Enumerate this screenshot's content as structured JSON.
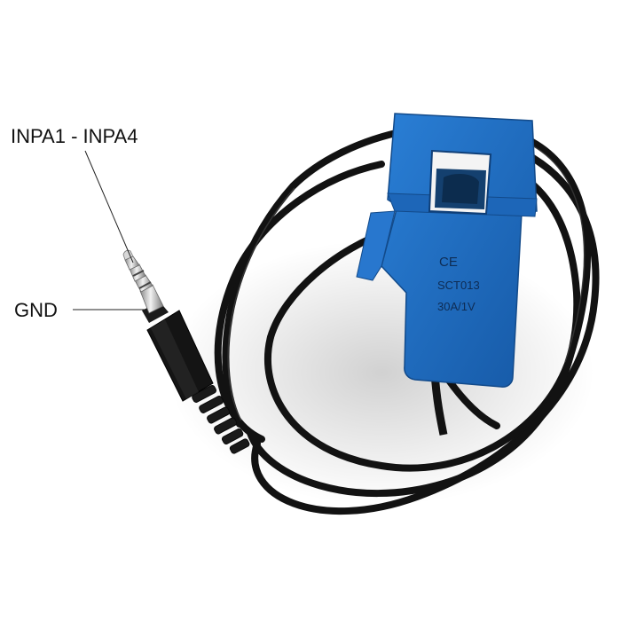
{
  "callouts": {
    "signal_label": "INPA1 - INPA4",
    "ground_label": "GND"
  },
  "sensor": {
    "ce_mark": "CE",
    "model": "SCT013",
    "rating": "30A/1V"
  },
  "colors": {
    "background": "#ffffff",
    "sensor_body": "#1f6fc4",
    "sensor_shadow": "#1757a0",
    "cable": "#121212",
    "plug_metal": "#c9c9c9",
    "label_text": "#111111"
  }
}
